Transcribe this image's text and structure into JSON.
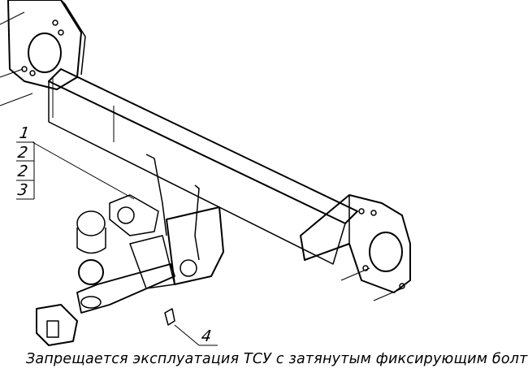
{
  "drawing": {
    "callouts": [
      "1",
      "2",
      "2",
      "3"
    ],
    "bolt_callout": "4",
    "warning_note": "Запрещается эксплуатация ТСУ с затянутым фиксирующим болтом!"
  }
}
